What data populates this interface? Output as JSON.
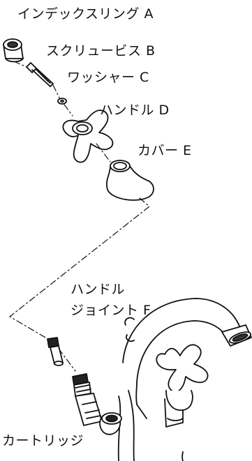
{
  "labels": {
    "index_ring": "インデックスリング A",
    "screw": "スクリュービス B",
    "washer": "ワッシャー C",
    "handle": "ハンドル D",
    "cover": "カバー E",
    "handle_joint_line1": "ハンドル",
    "handle_joint_line2": "ジョイント F",
    "cartridge": "カートリッジ"
  }
}
